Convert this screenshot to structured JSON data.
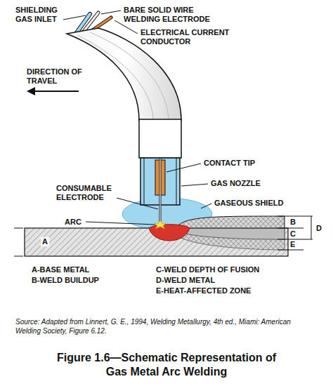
{
  "diagram": {
    "caption": "Figure 1.6—Schematic Representation of Gas Metal Arc Welding",
    "labels": [
      "SHIELDING GAS INLET",
      "BARE SOLID WIRE WELDING ELECTRODE",
      "ELECTRICAL CURRENT CONDUCTOR",
      "DIRECTION OF TRAVEL",
      "CONTACT TIP",
      "CONSUMABLE ELECTRODE",
      "GAS NOZZLE",
      "GASEOUS SHIELD",
      "ARC",
      "B",
      "D",
      "C",
      "A",
      "E",
      "A-BASE METAL",
      "C-WELD DEPTH OF FUSION",
      "B-WELD BUILDUP",
      "D-WELD METAL",
      "E-HEAT-AFFECTED ZONE",
      "Source: Adapted from Linnert, G. E., 1994, Welding Metallurgy, 4th ed., Miami: American Welding Society, Figure 6.12."
    ]
  }
}
